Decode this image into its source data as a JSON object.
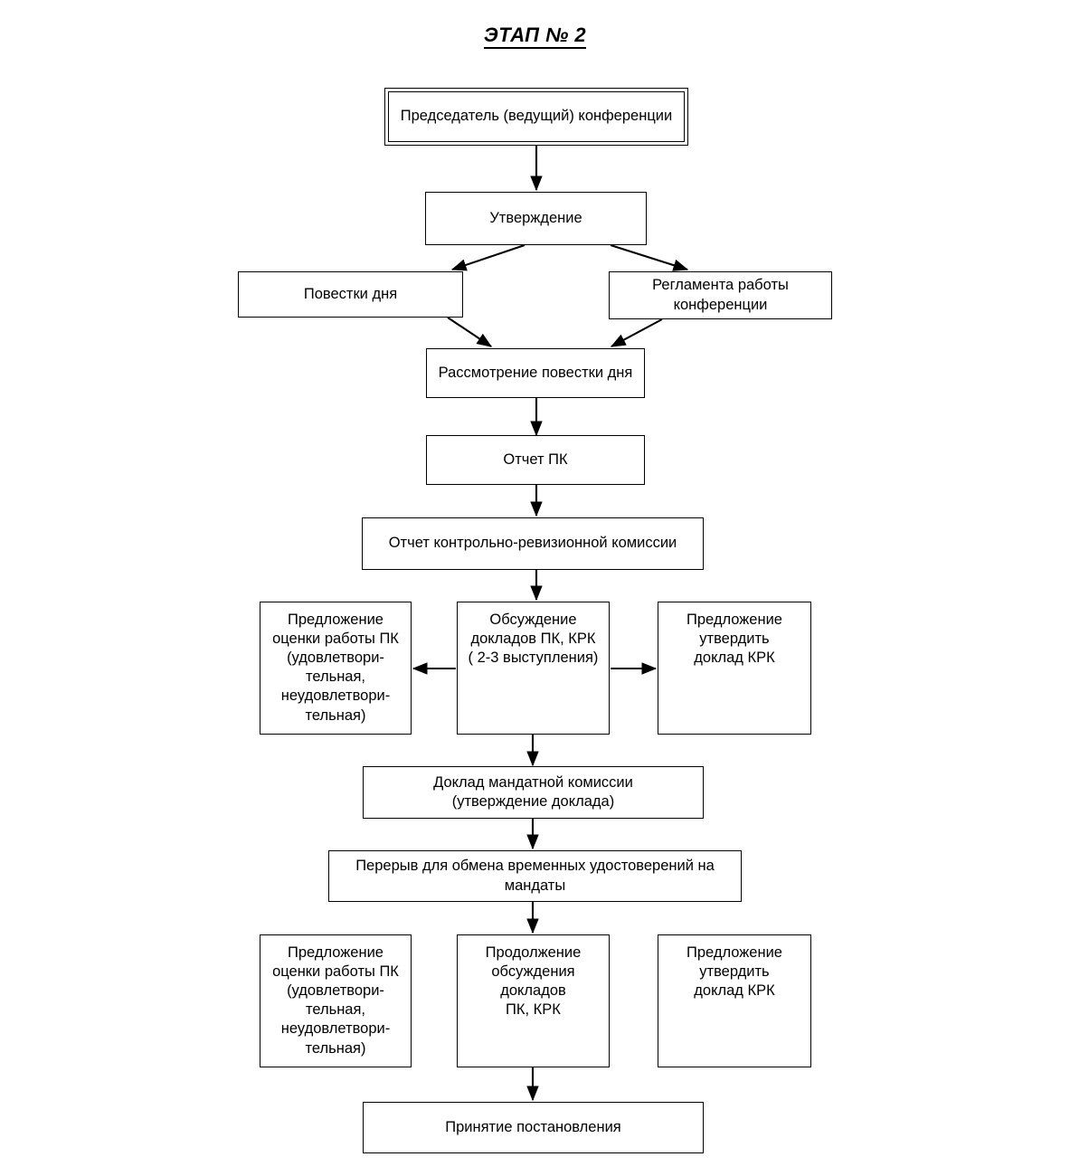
{
  "diagram": {
    "title": "ЭТАП № 2",
    "nodes": [
      {
        "id": "chairman",
        "label": "Председатель (ведущий) конференции"
      },
      {
        "id": "approval",
        "label": "Утверждение"
      },
      {
        "id": "agenda",
        "label": "Повестки дня"
      },
      {
        "id": "rules",
        "label": "Регламента работы\nконференции"
      },
      {
        "id": "review",
        "label": "Рассмотрение повестки дня"
      },
      {
        "id": "report_pk",
        "label": "Отчет ПК"
      },
      {
        "id": "report_krk",
        "label": "Отчет контрольно-ревизионной комиссии"
      },
      {
        "id": "eval1",
        "label": "Предложение\nоценки работы ПК\n(удовлетвори-\nтельная,\nнеудовлетвори-\nтельная)"
      },
      {
        "id": "discussion",
        "label": "Обсуждение\nдокладов ПК, КРК\n( 2-3 выступления)"
      },
      {
        "id": "approve1",
        "label": "Предложение\nутвердить\nдоклад КРК"
      },
      {
        "id": "mandate",
        "label": "Доклад мандатной комиссии\n(утверждение доклада)"
      },
      {
        "id": "break",
        "label": "Перерыв для обмена временных удостоверений на\nмандаты"
      },
      {
        "id": "eval2",
        "label": "Предложение\nоценки работы ПК\n(удовлетвори-\nтельная,\nнеудовлетвори-\nтельная)"
      },
      {
        "id": "continue",
        "label": "Продолжение\nобсуждения\nдокладов\nПК, КРК"
      },
      {
        "id": "approve2",
        "label": "Предложение\nутвердить\nдоклад КРК"
      },
      {
        "id": "decision",
        "label": "Принятие постановления"
      }
    ],
    "edges": [
      {
        "from": "chairman",
        "to": "approval",
        "kind": "vertical"
      },
      {
        "from": "approval",
        "to": "agenda",
        "kind": "diagonal"
      },
      {
        "from": "approval",
        "to": "rules",
        "kind": "diagonal"
      },
      {
        "from": "agenda",
        "to": "review",
        "kind": "diagonal"
      },
      {
        "from": "rules",
        "to": "review",
        "kind": "diagonal"
      },
      {
        "from": "review",
        "to": "report_pk",
        "kind": "vertical"
      },
      {
        "from": "report_pk",
        "to": "report_krk",
        "kind": "vertical"
      },
      {
        "from": "report_krk",
        "to": "discussion",
        "kind": "vertical"
      },
      {
        "from": "discussion",
        "to": "eval1",
        "kind": "horizontal-left"
      },
      {
        "from": "discussion",
        "to": "approve1",
        "kind": "horizontal-right"
      },
      {
        "from": "discussion",
        "to": "mandate",
        "kind": "vertical"
      },
      {
        "from": "mandate",
        "to": "break",
        "kind": "vertical"
      },
      {
        "from": "break",
        "to": "continue",
        "kind": "vertical"
      },
      {
        "from": "continue",
        "to": "decision",
        "kind": "vertical"
      }
    ],
    "colors": {
      "stroke": "#000000",
      "background": "#ffffff",
      "text": "#000000"
    }
  }
}
